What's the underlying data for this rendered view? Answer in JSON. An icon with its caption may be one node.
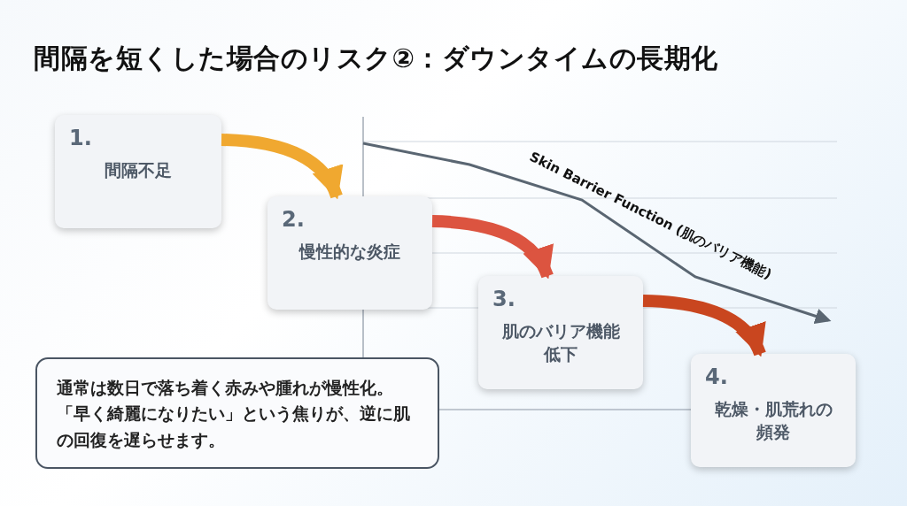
{
  "diagram": {
    "title": "間隔を短くした場合のリスク②：ダウンタイムの長期化",
    "nodes": [
      {
        "text": [
          "1.",
          "間隔不足"
        ]
      },
      {
        "text": [
          "2.",
          "慢性的な炎症"
        ]
      },
      {
        "text": [
          "3.",
          "肌のバリア機能低下"
        ]
      },
      {
        "text": [
          "4.",
          "乾燥・肌荒れの頻発"
        ]
      },
      {
        "text": [
          "通常は数日で落ち着く赤みや腫れが慢性化。「早く綺麗になりたい」という焦りが、逆に肌の回復を遅らせます。"
        ]
      }
    ],
    "edges": [
      {
        "from": 0,
        "to": 1,
        "arrow": "to",
        "color": "#f0a830"
      },
      {
        "from": 1,
        "to": 2,
        "arrow": "to",
        "color": "#dc5440"
      },
      {
        "from": 2,
        "to": 3,
        "arrow": "to",
        "color": "#c9461f"
      }
    ],
    "labels": [
      "Skin Barrier Function (肌のバリア機能)"
    ]
  }
}
